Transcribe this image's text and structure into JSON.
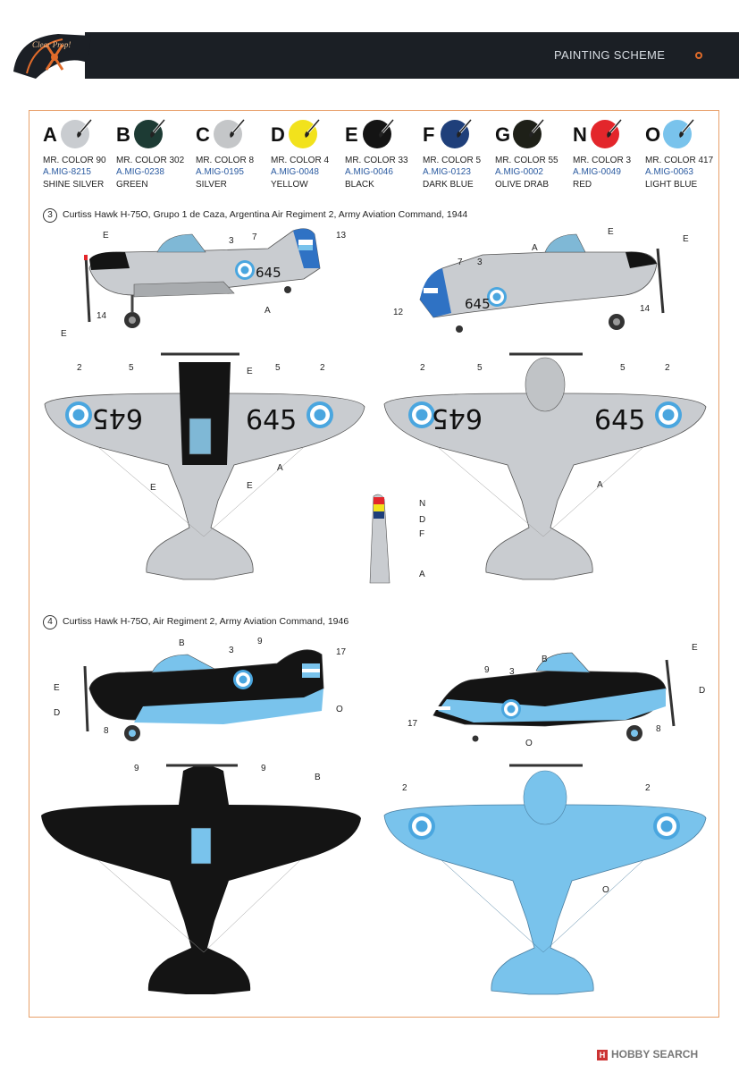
{
  "header": {
    "title": "PAINTING SCHEME",
    "logo_text": "Clear Prop!"
  },
  "colors": {
    "A": "#c9ccd0",
    "B": "#1d3b34",
    "C": "#c4c6c8",
    "D": "#f2e21c",
    "E": "#141414",
    "F": "#1f3f7a",
    "G": "#1e2018",
    "N": "#e3262b",
    "O": "#79c3ec",
    "accent": "#e06b2a",
    "header_bg": "#1b1f25"
  },
  "swatches": [
    {
      "letter": "A",
      "line1": "MR. COLOR 90",
      "line2": "A.MIG-8215",
      "line3": "SHINE SILVER"
    },
    {
      "letter": "B",
      "line1": "MR. COLOR 302",
      "line2": "A.MIG-0238",
      "line3": "GREEN"
    },
    {
      "letter": "C",
      "line1": "MR. COLOR 8",
      "line2": "A.MIG-0195",
      "line3": "SILVER"
    },
    {
      "letter": "D",
      "line1": "MR. COLOR 4",
      "line2": "A.MIG-0048",
      "line3": "YELLOW"
    },
    {
      "letter": "E",
      "line1": "MR. COLOR 33",
      "line2": "A.MIG-0046",
      "line3": "BLACK"
    },
    {
      "letter": "F",
      "line1": "MR. COLOR 5",
      "line2": "A.MIG-0123",
      "line3": "DARK BLUE"
    },
    {
      "letter": "G",
      "line1": "MR. COLOR 55",
      "line2": "A.MIG-0002",
      "line3": "OLIVE DRAB"
    },
    {
      "letter": "N",
      "line1": "MR. COLOR 3",
      "line2": "A.MIG-0049",
      "line3": "RED"
    },
    {
      "letter": "O",
      "line1": "MR. COLOR 417",
      "line2": "A.MIG-0063",
      "line3": "LIGHT BLUE"
    }
  ],
  "schemes": [
    {
      "number": "3",
      "title": "Curtiss Hawk H-75O, Grupo 1 de Caza, Argentina Air Regiment 2, Army Aviation Command, 1944",
      "registration": "645"
    },
    {
      "number": "4",
      "title": "Curtiss Hawk H-75O, Air Regiment 2, Army Aviation Command, 1946"
    }
  ],
  "callouts": {
    "s3_left": [
      "E",
      "3",
      "7",
      "13",
      "14",
      "E",
      "A"
    ],
    "s3_right": [
      "A",
      "E",
      "E",
      "7",
      "3",
      "12",
      "14"
    ],
    "s3_top_left": [
      "2",
      "5",
      "E",
      "E",
      "E"
    ],
    "s3_top_right": [
      "2",
      "5",
      "5",
      "2",
      "A"
    ],
    "s3_tail": [
      "N",
      "D",
      "F",
      "A"
    ],
    "s4_left": [
      "B",
      "9",
      "3",
      "17",
      "E",
      "D",
      "8",
      "O"
    ],
    "s4_right": [
      "B",
      "E",
      "9",
      "3",
      "D",
      "17",
      "8",
      "O"
    ],
    "s4_top_left": [
      "9",
      "9",
      "B"
    ],
    "s4_top_right": [
      "2",
      "2",
      "O"
    ]
  },
  "watermark": "HOBBY SEARCH"
}
